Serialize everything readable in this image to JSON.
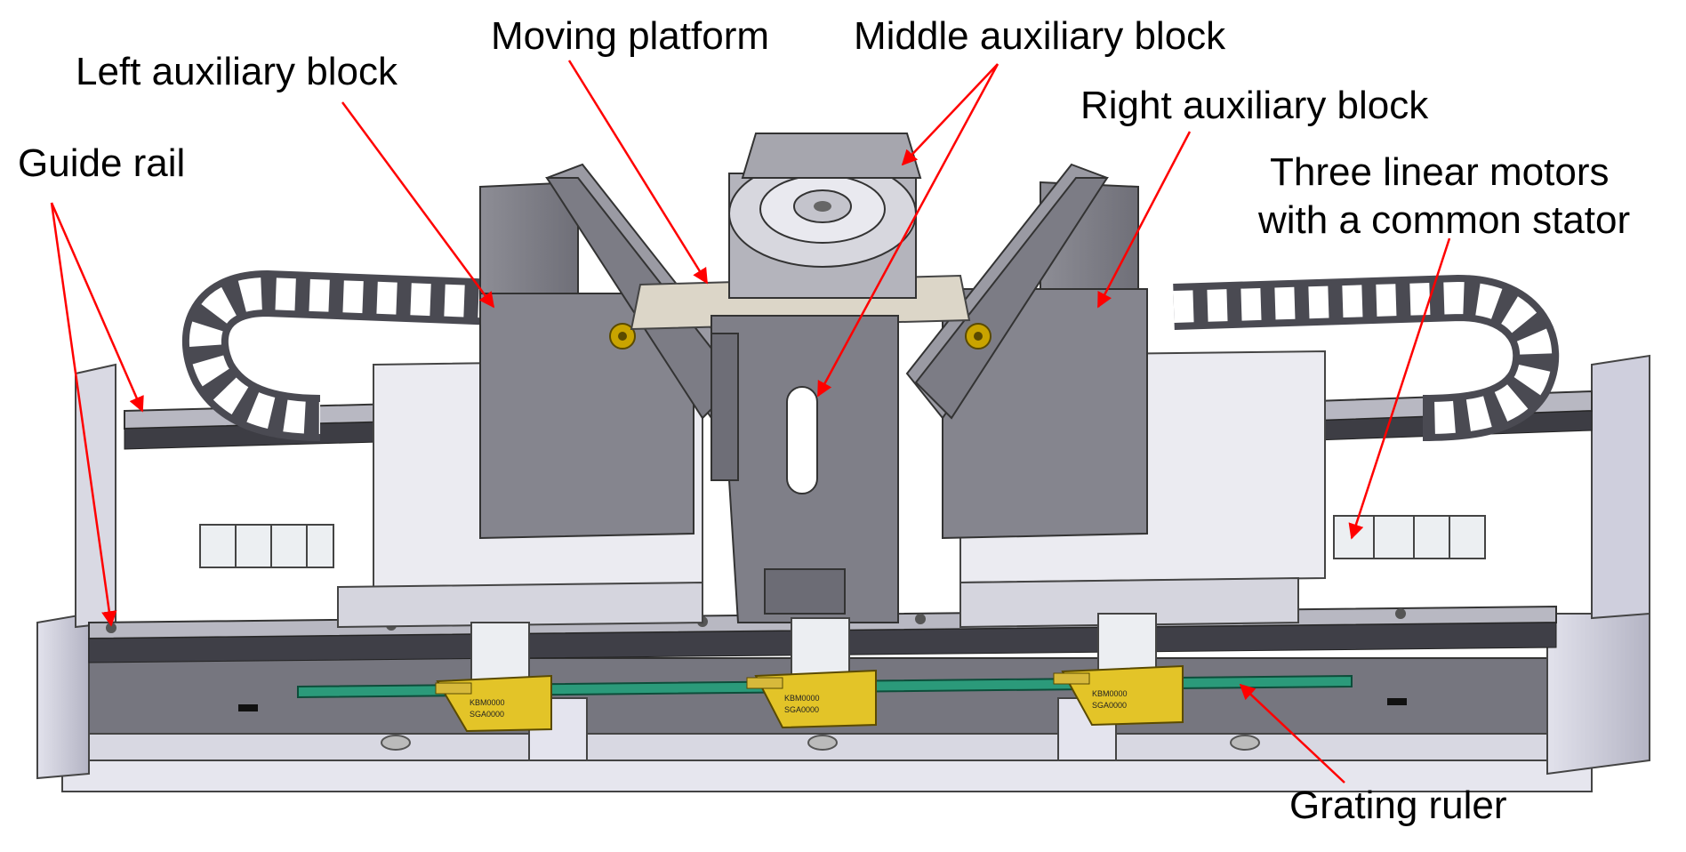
{
  "labels": {
    "moving_platform": "Moving platform",
    "middle_aux_block": "Middle auxiliary block",
    "left_aux_block": "Left auxiliary block",
    "right_aux_block": "Right auxiliary block",
    "guide_rail": "Guide rail",
    "three_motors_line1": "Three linear motors",
    "three_motors_line2": "with a common stator",
    "grating_ruler": "Grating ruler"
  },
  "motor_sticker_line1": "KBM0000",
  "motor_sticker_line2": "SGA0000"
}
